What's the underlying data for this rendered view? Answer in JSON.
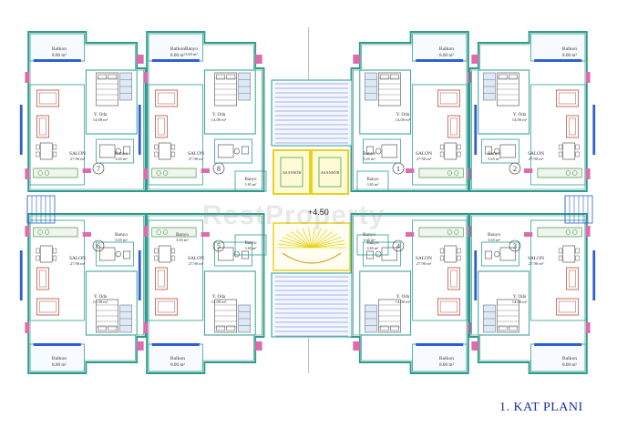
{
  "plan": {
    "title": "1. KAT PLANI",
    "elevation": "+4.50",
    "watermark": "RestProperty",
    "stair_label": "ASANSÖR"
  },
  "colors": {
    "wall": "#2a9d8f",
    "wall_dark": "#1f7a6f",
    "window": "#2f5fd0",
    "pink": "#e06ab0",
    "furniture": "#b54b3a",
    "core": "#e8d21e",
    "stair": "#4a6fe0",
    "label": "#333333"
  },
  "units": [
    {
      "no": "7",
      "balkon": "Balkon",
      "balkon_area": "8.00 m²",
      "yoda": "Y. Oda",
      "yoda_area": "14.00 m²",
      "salon": "SALON",
      "salon_area": "27.90 m²",
      "banyo": "Banyo",
      "banyo_area": "3.65 m²"
    },
    {
      "no": "8",
      "balkon": "Balkon",
      "balkon_area": "8.00 m²",
      "yoda": "Y. Oda",
      "yoda_area": "14.00 m²",
      "salon": "SALON",
      "salon_area": "27.90 m²",
      "banyo": "Banyo",
      "banyo_area": "3.65 m²"
    },
    {
      "no": "1",
      "balkon": "Balkon",
      "balkon_area": "8.00 m²",
      "yoda": "Y. Oda",
      "yoda_area": "14.00 m²",
      "salon": "SALON",
      "salon_area": "27.90 m²",
      "banyo": "Banyo",
      "banyo_area": "3.65 m²"
    },
    {
      "no": "2",
      "balkon": "Balkon",
      "balkon_area": "8.00 m²",
      "yoda": "Y. Oda",
      "yoda_area": "14.00 m²",
      "salon": "SALON",
      "salon_area": "27.90 m²",
      "banyo": "Banyo",
      "banyo_area": "3.65 m²"
    },
    {
      "no": "6",
      "balkon": "Balkon",
      "balkon_area": "8.00 m²",
      "yoda": "Y. Oda",
      "yoda_area": "14.00 m²",
      "salon": "SALON",
      "salon_area": "27.90 m²",
      "banyo": "Banyo",
      "banyo_area": "3.65 m²"
    },
    {
      "no": "5",
      "balkon": "Balkon",
      "balkon_area": "8.00 m²",
      "yoda": "Y. Oda",
      "yoda_area": "14.00 m²",
      "salon": "SALON",
      "salon_area": "27.90 m²",
      "banyo": "Banyo",
      "banyo_area": "3.65 m²"
    },
    {
      "no": "4",
      "balkon": "Balkon",
      "balkon_area": "8.00 m²",
      "yoda": "Y. Oda",
      "yoda_area": "14.00 m²",
      "salon": "SALON",
      "salon_area": "27.90 m²",
      "banyo": "Banyo",
      "banyo_area": "3.65 m²"
    },
    {
      "no": "3",
      "balkon": "Balkon",
      "balkon_area": "8.00 m²",
      "yoda": "Y. Oda",
      "yoda_area": "14.00 m²",
      "salon": "SALON",
      "salon_area": "27.90 m²",
      "banyo": "Banyo",
      "banyo_area": "3.65 m²"
    }
  ],
  "core_banyo": [
    {
      "label": "Banyo",
      "area": "3.65 m²"
    },
    {
      "label": "Banyo",
      "area": "3.65 m²"
    },
    {
      "label": "Banyo",
      "area": "3.65 m²"
    },
    {
      "label": "Banyo",
      "area": "3.65 m²"
    }
  ]
}
